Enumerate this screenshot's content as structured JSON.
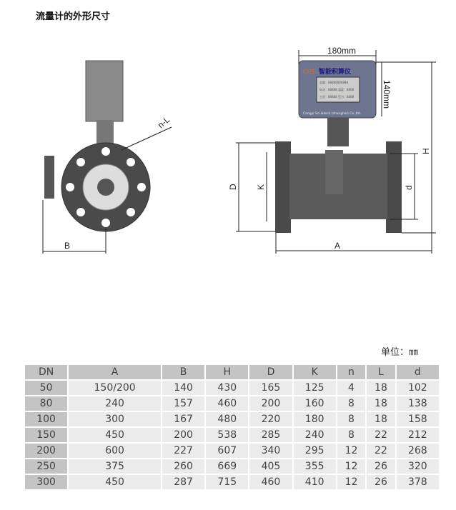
{
  "title": "流量计的外形尺寸",
  "drawing": {
    "labels": {
      "nL": "n-L",
      "B": "B",
      "D": "D",
      "K": "K",
      "d": "d",
      "A": "A",
      "H": "H",
      "width": "180mm",
      "height": "140mm"
    },
    "display": {
      "logo": "CHS",
      "name": "智能积算仪",
      "line1": "总量：88888888888",
      "line2": "标况：88888  温度：8888",
      "line3": "工况：88888  压力：8888",
      "company": "Cangyi Sci.&tech (shanghai) Co.,ltd."
    }
  },
  "unit": "单位：㎜",
  "table": {
    "headers": [
      "DN",
      "A",
      "B",
      "H",
      "D",
      "K",
      "n",
      "L",
      "d"
    ],
    "rows": [
      [
        "50",
        "150/200",
        "140",
        "430",
        "165",
        "125",
        "4",
        "18",
        "102"
      ],
      [
        "80",
        "240",
        "157",
        "460",
        "200",
        "160",
        "8",
        "18",
        "138"
      ],
      [
        "100",
        "300",
        "167",
        "480",
        "220",
        "180",
        "8",
        "18",
        "158"
      ],
      [
        "150",
        "450",
        "200",
        "538",
        "285",
        "240",
        "8",
        "22",
        "212"
      ],
      [
        "200",
        "600",
        "227",
        "607",
        "340",
        "295",
        "12",
        "22",
        "268"
      ],
      [
        "250",
        "375",
        "260",
        "669",
        "405",
        "355",
        "12",
        "26",
        "320"
      ],
      [
        "300",
        "450",
        "287",
        "715",
        "460",
        "410",
        "12",
        "26",
        "378"
      ]
    ]
  }
}
